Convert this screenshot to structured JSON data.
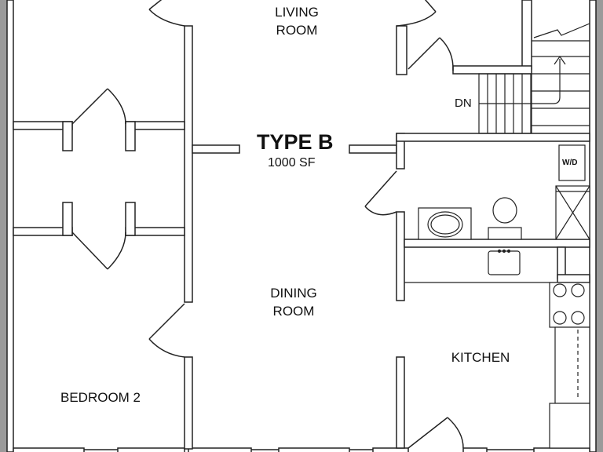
{
  "plan": {
    "title": "TYPE B",
    "area": "1000 SF",
    "rooms": {
      "living_line1": "LIVING",
      "living_line2": "ROOM",
      "dining_line1": "DINING",
      "dining_line2": "ROOM",
      "kitchen": "KITCHEN",
      "bedroom2": "BEDROOM 2"
    },
    "stair_label": "DN",
    "washer_dryer_label": "W/D"
  },
  "colors": {
    "background": "#9a9a9a",
    "floor": "#ffffff",
    "wall_fill": "#ffffff",
    "wall_stroke": "#222222"
  }
}
